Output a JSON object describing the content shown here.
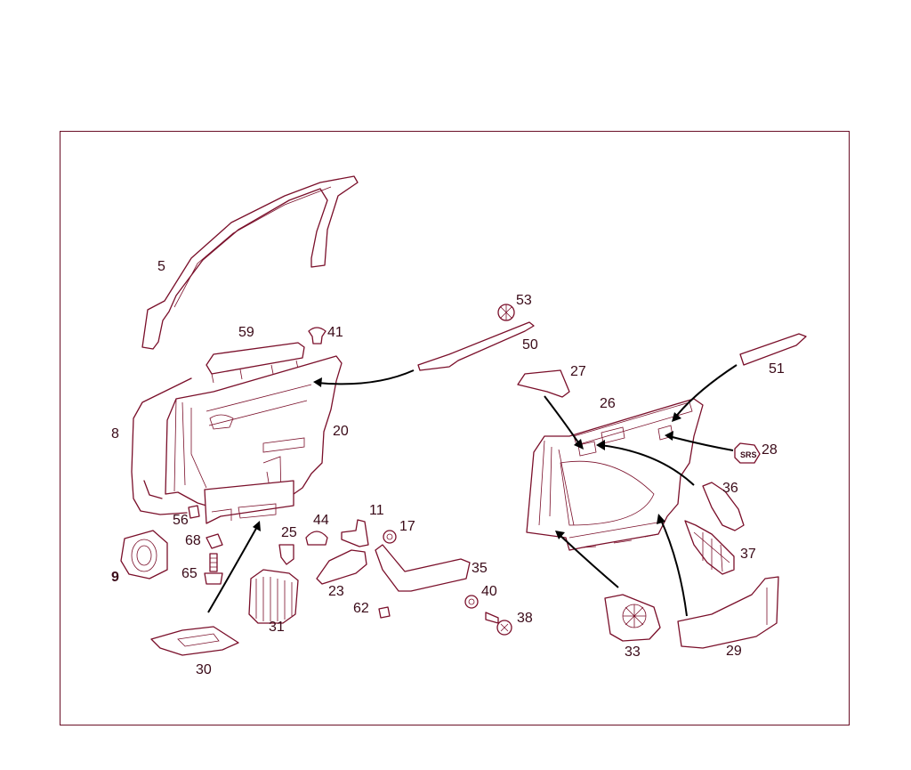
{
  "diagram": {
    "labels": [
      {
        "id": "5",
        "text": "5"
      },
      {
        "id": "59",
        "text": "59"
      },
      {
        "id": "41",
        "text": "41"
      },
      {
        "id": "53",
        "text": "53"
      },
      {
        "id": "50",
        "text": "50"
      },
      {
        "id": "8",
        "text": "8"
      },
      {
        "id": "20",
        "text": "20"
      },
      {
        "id": "27",
        "text": "27"
      },
      {
        "id": "26",
        "text": "26"
      },
      {
        "id": "51",
        "text": "51"
      },
      {
        "id": "28",
        "text": "28"
      },
      {
        "id": "36",
        "text": "36"
      },
      {
        "id": "37",
        "text": "37"
      },
      {
        "id": "56",
        "text": "56"
      },
      {
        "id": "44",
        "text": "44"
      },
      {
        "id": "11",
        "text": "11"
      },
      {
        "id": "17",
        "text": "17"
      },
      {
        "id": "25",
        "text": "25"
      },
      {
        "id": "68",
        "text": "68"
      },
      {
        "id": "9",
        "text": "9"
      },
      {
        "id": "65",
        "text": "65"
      },
      {
        "id": "23",
        "text": "23"
      },
      {
        "id": "35",
        "text": "35"
      },
      {
        "id": "40",
        "text": "40"
      },
      {
        "id": "62",
        "text": "62"
      },
      {
        "id": "38",
        "text": "38"
      },
      {
        "id": "31",
        "text": "31"
      },
      {
        "id": "30",
        "text": "30"
      },
      {
        "id": "33",
        "text": "33"
      },
      {
        "id": "29",
        "text": "29"
      }
    ],
    "airbag_cover_text": "SRS"
  }
}
